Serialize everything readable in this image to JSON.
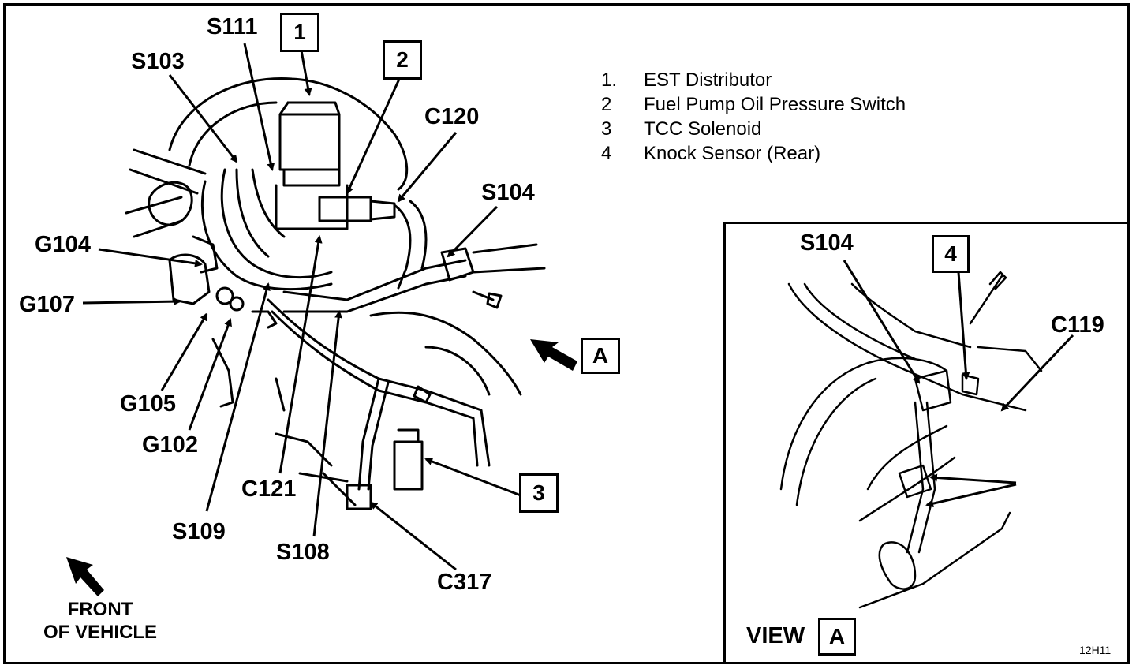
{
  "callouts": {
    "s111": "S111",
    "s103": "S103",
    "c120": "C120",
    "s104": "S104",
    "g104": "G104",
    "g107": "G107",
    "g105": "G105",
    "g102": "G102",
    "c121": "C121",
    "s109": "S109",
    "s108": "S108",
    "c317": "C317",
    "inset_s104": "S104",
    "c119": "C119"
  },
  "boxes": {
    "b1": "1",
    "b2": "2",
    "b3": "3",
    "b4": "4",
    "bA": "A",
    "view_a": "A"
  },
  "legend": [
    {
      "num": "1.",
      "text": "EST Distributor"
    },
    {
      "num": "2",
      "text": "Fuel Pump Oil Pressure Switch"
    },
    {
      "num": "3",
      "text": "TCC Solenoid"
    },
    {
      "num": "4",
      "text": "Knock Sensor (Rear)"
    }
  ],
  "front_label": [
    "FRONT",
    "OF VEHICLE"
  ],
  "view_label": "VIEW",
  "figure_id": "12H11"
}
